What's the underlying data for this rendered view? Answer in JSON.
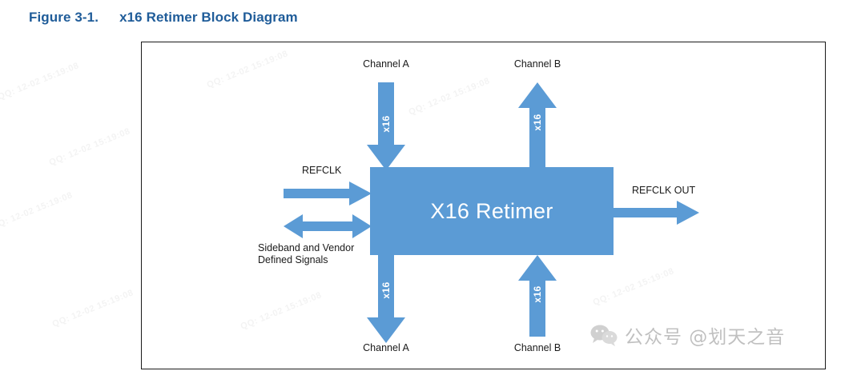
{
  "figure": {
    "number": "Figure 3-1.",
    "title": "x16 Retimer Block Diagram",
    "caption_color": "#1F5C99"
  },
  "diagram": {
    "block": {
      "label": "X16 Retimer",
      "fill_color": "#5B9BD5",
      "text_color": "#FFFFFF"
    },
    "ports": {
      "top_left": {
        "label": "Channel A",
        "width_label": "x16",
        "direction": "down-into-block"
      },
      "top_right": {
        "label": "Channel B",
        "width_label": "x16",
        "direction": "up-out-of-block"
      },
      "bottom_left": {
        "label": "Channel A",
        "width_label": "x16",
        "direction": "down-out-of-block"
      },
      "bottom_right": {
        "label": "Channel B",
        "width_label": "x16",
        "direction": "up-into-block"
      },
      "left_top": {
        "label": "REFCLK",
        "direction": "right-into-block"
      },
      "left_bottom": {
        "label": "Sideband and Vendor Defined Signals",
        "label_line1": "Sideband and Vendor",
        "label_line2": "Defined Signals",
        "direction": "bidirectional"
      },
      "right": {
        "label": "REFCLK OUT",
        "direction": "right-out-of-block"
      }
    }
  },
  "watermarks": {
    "wechat": {
      "icon": "wechat-icon",
      "text": "公众号 @划天之音",
      "color": "#9a9a9a"
    },
    "background": [
      "QQ:  12-02  15:19:08",
      "QQ:  12-02  15:19:08",
      "QQ:  12-02  15:19:08",
      "QQ:  12-02  15:19:08",
      "QQ:  12-02  15:19:08",
      "QQ:  12-02  15:19:08",
      "QQ:  12-02  15:19:08",
      "QQ:  12-02  15:19:08"
    ]
  }
}
